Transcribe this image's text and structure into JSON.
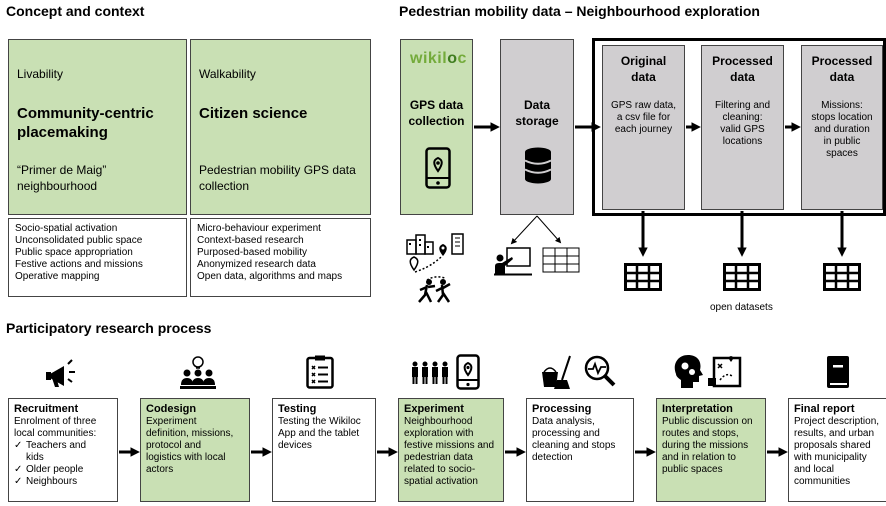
{
  "concept": {
    "heading": "Concept and context",
    "livability": {
      "label": "Livability",
      "title_line1": "Community-centric",
      "title_line2": "placemaking",
      "place_line1": "“Primer de Maig”",
      "place_line2": "neighbourhood",
      "items": [
        "Socio-spatial activation",
        "Unconsolidated public space",
        "Public space appropriation",
        "Festive actions and missions",
        "Operative mapping"
      ]
    },
    "walkability": {
      "label": "Walkability",
      "title": "Citizen science",
      "desc_line1": "Pedestrian mobility GPS data",
      "desc_line2": "collection",
      "items": [
        "Micro-behaviour experiment",
        "Context-based research",
        "Purposed-based mobility",
        "Anonymized research data",
        "Open data, algorithms and maps"
      ]
    }
  },
  "mobility": {
    "heading": "Pedestrian mobility data – Neighbourhood exploration",
    "logo_prefix": "wikil",
    "logo_o": "o",
    "logo_suffix": "c",
    "gps_line1": "GPS data",
    "gps_line2": "collection",
    "storage_line1": "Data",
    "storage_line2": "storage",
    "original": {
      "t1": "Original",
      "t2": "data",
      "d": [
        "GPS raw data,",
        "a csv file for",
        "each journey"
      ]
    },
    "processed1": {
      "t1": "Processed",
      "t2": "data",
      "d": [
        "Filtering and",
        "cleaning:",
        "valid GPS",
        "locations"
      ]
    },
    "processed2": {
      "t1": "Processed",
      "t2": "data",
      "d": [
        "Missions:",
        "stops location",
        "and duration",
        "in public",
        "spaces"
      ]
    },
    "open_datasets": "open datasets"
  },
  "process": {
    "heading": "Participatory research process",
    "steps": [
      {
        "title": "Recruitment",
        "lines": [
          "Enrolment of three",
          "local communities:"
        ],
        "bullets": [
          "Teachers and",
          "kids",
          "Older people",
          "Neighbours"
        ]
      },
      {
        "title": "Codesign",
        "lines": [
          "Experiment",
          "definition, missions,",
          "protocol and",
          "logistics with local",
          "actors"
        ]
      },
      {
        "title": "Testing",
        "lines": [
          "Testing the Wikiloc",
          "App and the tablet",
          "devices"
        ]
      },
      {
        "title": "Experiment",
        "lines": [
          "Neighbourhood",
          "exploration with",
          "festive missions and",
          "pedestrian data",
          "related to socio-",
          "spatial activation"
        ]
      },
      {
        "title": "Processing",
        "lines": [
          "Data analysis,",
          "processing and",
          "cleaning and stops",
          "detection"
        ]
      },
      {
        "title": "Interpretation",
        "lines": [
          "Public discussion on",
          "routes and stops,",
          "during the missions",
          "and in relation to",
          "public spaces"
        ]
      },
      {
        "title": "Final report",
        "lines": [
          "Project description,",
          "results, and urban",
          "proposals shared",
          "with municipality",
          "and local",
          "communities"
        ]
      }
    ]
  },
  "colors": {
    "green": "#c9e0b4",
    "grey": "#d0ced0",
    "logo_green": "#74ab3b",
    "border": "#444444"
  }
}
